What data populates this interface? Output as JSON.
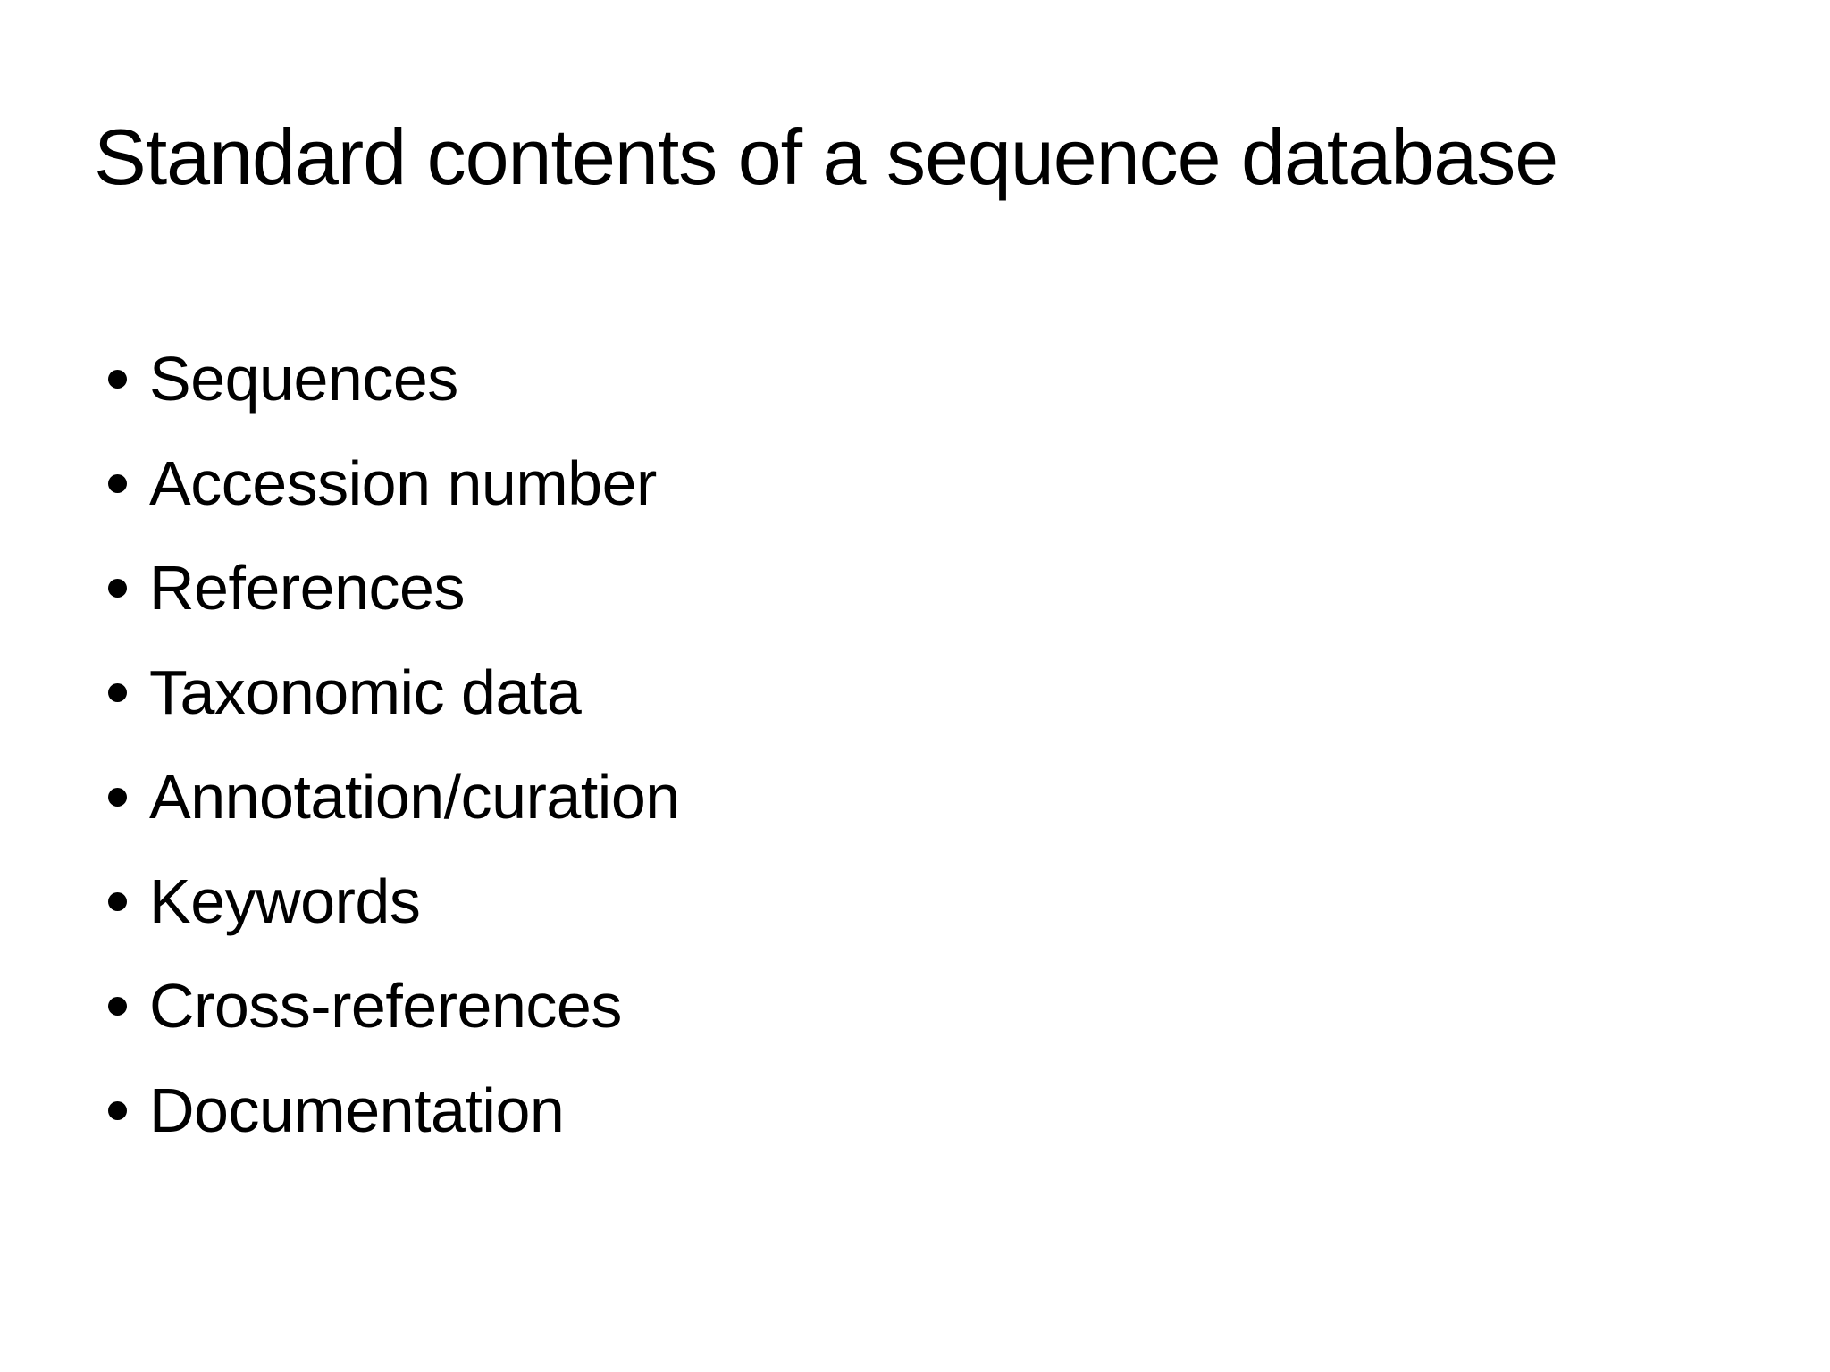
{
  "slide": {
    "title": "Standard contents of a sequence database",
    "bullets": [
      "Sequences",
      "Accession number",
      "References",
      "Taxonomic data",
      "Annotation/curation",
      "Keywords",
      "Cross-references",
      "Documentation"
    ],
    "colors": {
      "background": "#ffffff",
      "text": "#000000"
    }
  }
}
